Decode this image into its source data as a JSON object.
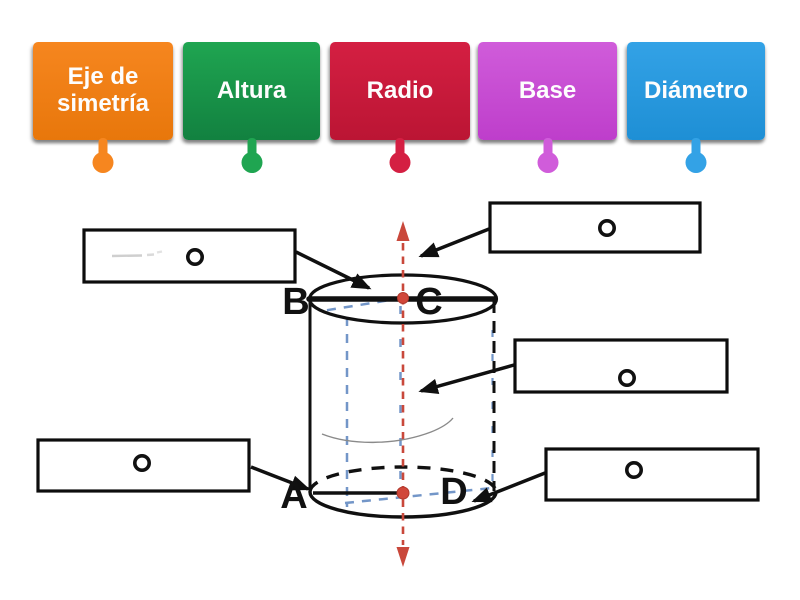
{
  "activity": {
    "type": "labelled-diagram-exercise",
    "background": "#ffffff"
  },
  "word_bank": {
    "items": [
      {
        "id": "eje-de-simetria",
        "label": "Eje de simetría",
        "color": "#F6861F",
        "color_dark": "#E8770B"
      },
      {
        "id": "altura",
        "label": "Altura",
        "color": "#1FA551",
        "color_dark": "#128140"
      },
      {
        "id": "radio",
        "label": "Radio",
        "color": "#D41F42",
        "color_dark": "#BB1534"
      },
      {
        "id": "base",
        "label": "Base",
        "color": "#D05CDA",
        "color_dark": "#BE3ECB"
      },
      {
        "id": "diametro",
        "label": "Diámetro",
        "color": "#33A2E6",
        "color_dark": "#1E8FD5"
      }
    ]
  },
  "diagram": {
    "shape": "cylinder",
    "vertices": {
      "top_left": "B",
      "top_right": "C",
      "bottom_left": "A",
      "bottom_right": "D"
    },
    "answer_slots": [
      {
        "position": "top-left",
        "filled": false
      },
      {
        "position": "top-right",
        "filled": false
      },
      {
        "position": "middle-right",
        "filled": false
      },
      {
        "position": "bottom-left",
        "filled": false
      },
      {
        "position": "bottom-right",
        "filled": false
      }
    ],
    "colors": {
      "axis_red": "#C9483B",
      "center_dot_red": "#D1473A",
      "guide_blue": "#7396C8",
      "ink_black": "#101010",
      "arc_gray": "#8A8A8A"
    }
  }
}
